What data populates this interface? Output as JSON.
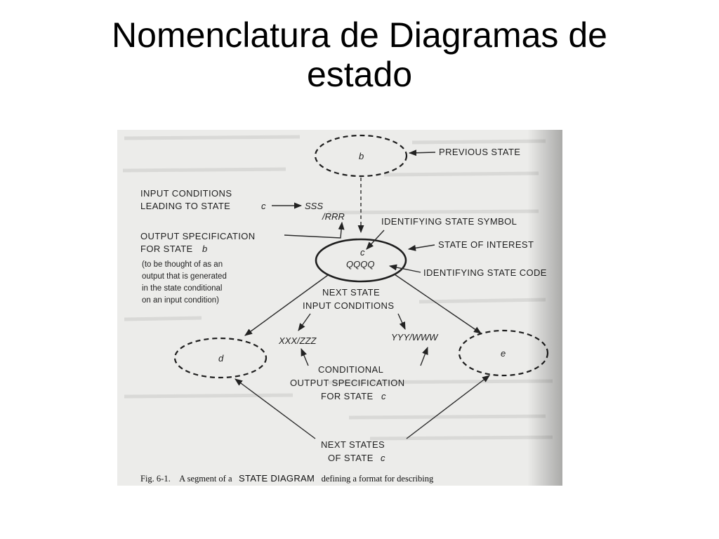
{
  "title": {
    "line1": "Nomenclatura de Diagramas de",
    "line2": "estado"
  },
  "diagram": {
    "states": {
      "b": "b",
      "c": "c",
      "c_code": "QQQQ",
      "d": "d",
      "e": "e"
    },
    "labels": {
      "previous_state": "PREVIOUS STATE",
      "input_conditions_1": "INPUT CONDITIONS",
      "input_conditions_2": "LEADING TO STATE",
      "input_conditions_c": "c",
      "sss": "SSS",
      "rrr": "/RRR",
      "output_spec_1": "OUTPUT SPECIFICATION",
      "output_spec_2": "FOR STATE",
      "output_spec_b": "b",
      "note_1": "(to be thought of as an",
      "note_2": "output that is generated",
      "note_3": "in the state conditional",
      "note_4": "on an input condition)",
      "identifying_symbol": "IDENTIFYING STATE SYMBOL",
      "state_of_interest": "STATE OF INTEREST",
      "identifying_code": "IDENTIFYING STATE CODE",
      "next_state_1": "NEXT STATE",
      "next_state_2": "INPUT CONDITIONS",
      "xxx_zzz": "XXX/ZZZ",
      "yyy_www": "YYY/WWW",
      "conditional_1": "CONDITIONAL",
      "conditional_2": "OUTPUT SPECIFICATION",
      "conditional_3": "FOR STATE",
      "conditional_c": "c",
      "next_states_1": "NEXT STATES",
      "next_states_2": "OF STATE",
      "next_states_c": "c"
    },
    "caption": {
      "prefix": "Fig. 6-1.",
      "part1": "A segment of a",
      "emph": "STATE DIAGRAM",
      "part2": "defining a format for describing"
    }
  }
}
